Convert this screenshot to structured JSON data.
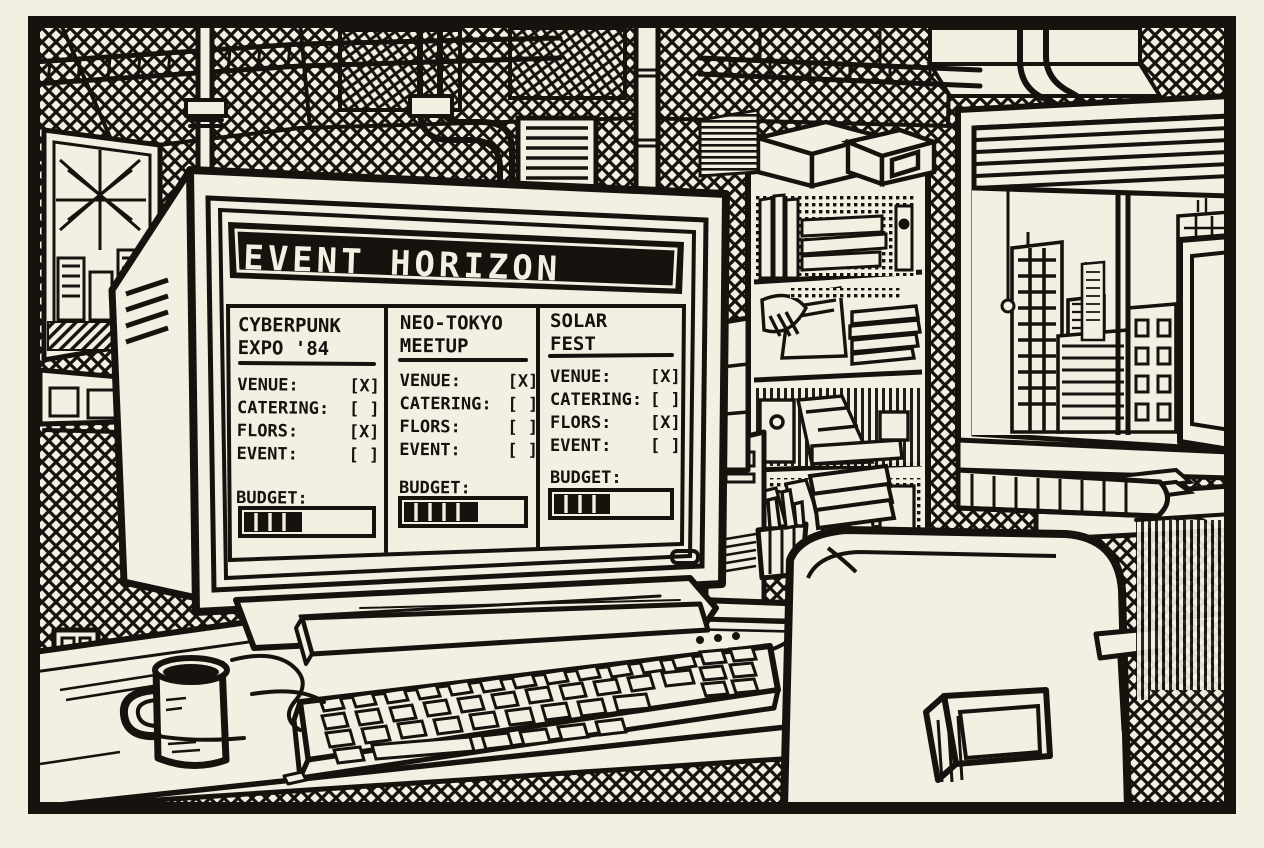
{
  "artwork": {
    "style": "black-and-white pen-and-ink line art",
    "scene": "retro office with CRT computer monitor, keyboard, coffee mug, bookshelf, window with city skyline, pipes on ceiling, office chair",
    "ink_color": "#16130e",
    "paper_color": "#f2efe3"
  },
  "screen": {
    "app_title": "EVENT HORIZON",
    "columns": [
      {
        "name_line1": "CYBERPUNK",
        "name_line2": "EXPO '84",
        "checklist": [
          {
            "label": "VENUE:",
            "box": "[X]",
            "checked": true
          },
          {
            "label": "CATERING:",
            "box": "[ ]",
            "checked": false
          },
          {
            "label": "FLORS:",
            "box": "[X]",
            "checked": true
          },
          {
            "label": "EVENT:",
            "box": "[ ]",
            "checked": false
          }
        ],
        "budget_label": "BUDGET:",
        "budget_fill_percent": 45,
        "budget_segments": 4
      },
      {
        "name_line1": "NEO-TOKYO",
        "name_line2": "MEETUP",
        "checklist": [
          {
            "label": "VENUE:",
            "box": "[X]",
            "checked": true
          },
          {
            "label": "CATERING:",
            "box": "[ ]",
            "checked": false
          },
          {
            "label": "FLORS:",
            "box": "[ ]",
            "checked": false
          },
          {
            "label": "EVENT:",
            "box": "[ ]",
            "checked": false
          }
        ],
        "budget_label": "BUDGET:",
        "budget_fill_percent": 60,
        "budget_segments": 5
      },
      {
        "name_line1": "SOLAR",
        "name_line2": "FEST",
        "checklist": [
          {
            "label": "VENUE:",
            "box": "[X]",
            "checked": true
          },
          {
            "label": "CATERING:",
            "box": "[ ]",
            "checked": false
          },
          {
            "label": "FLORS:",
            "box": "[X]",
            "checked": true
          },
          {
            "label": "EVENT:",
            "box": "[ ]",
            "checked": false
          }
        ],
        "budget_label": "BUDGET:",
        "budget_fill_percent": 45,
        "budget_segments": 4
      }
    ]
  },
  "scene_objects": [
    "crt-monitor",
    "keyboard",
    "coffee-mug",
    "office-chair",
    "bookshelf",
    "window-with-blinds",
    "city-skyline",
    "ceiling-pipes",
    "wall-vent",
    "computer-tower",
    "desk",
    "cables",
    "pencil-cup",
    "waste-basket",
    "filing-cabinet",
    "secondary-monitor"
  ]
}
